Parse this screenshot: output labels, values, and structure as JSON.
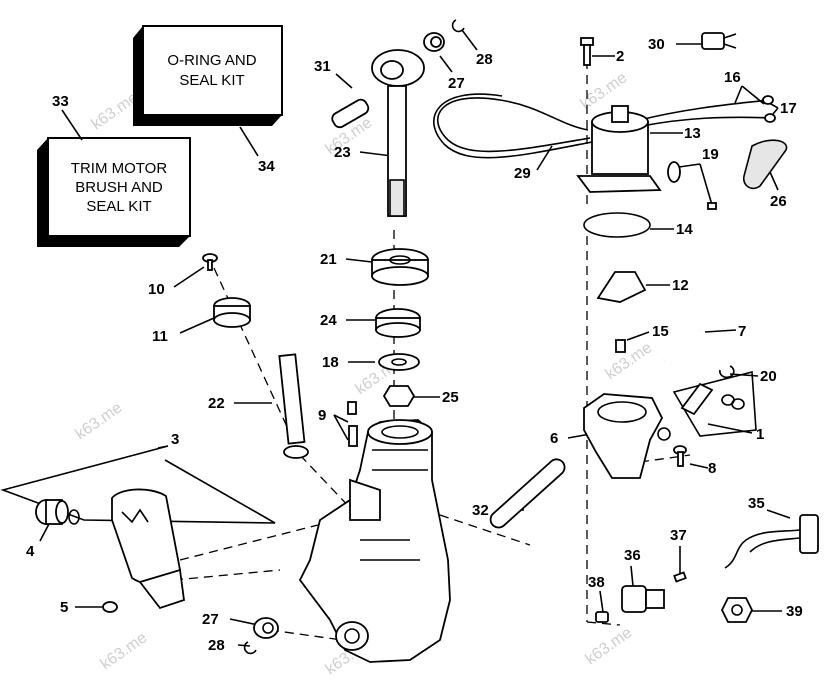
{
  "kits": {
    "oring": {
      "line1": "O-RING AND",
      "line2": "SEAL KIT"
    },
    "brush": {
      "line1": "TRIM MOTOR",
      "line2": "BRUSH AND",
      "line3": "SEAL KIT"
    }
  },
  "callouts": [
    "1",
    "2",
    "3",
    "4",
    "5",
    "6",
    "7",
    "8",
    "9",
    "10",
    "11",
    "12",
    "13",
    "14",
    "15",
    "16",
    "17",
    "18",
    "19",
    "20",
    "21",
    "22",
    "23",
    "24",
    "25",
    "26",
    "27",
    "28",
    "29",
    "30",
    "31",
    "32",
    "33",
    "34",
    "35",
    "36",
    "37",
    "38",
    "39"
  ],
  "watermark": "k63.me"
}
